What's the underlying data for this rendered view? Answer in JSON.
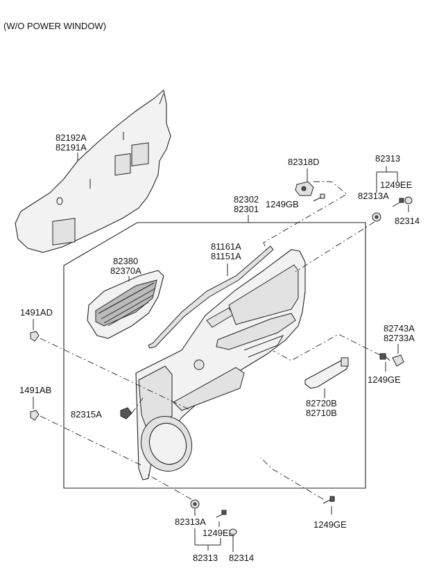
{
  "header": {
    "title": "(W/O POWER WINDOW)"
  },
  "labels": {
    "insulation_a": "82192A",
    "insulation_b": "82191A",
    "clip_d": "82318D",
    "bolt_gb": "1249GB",
    "screw_group_top": "82313",
    "screw_ee_top": "1249EE",
    "cap_a_top": "82313A",
    "cap_top": "82314",
    "panel_a": "82302",
    "panel_b": "82301",
    "pocket_a": "82380",
    "pocket_b": "82370A",
    "weatherstrip_a": "81161A",
    "weatherstrip_b": "81151A",
    "clip_ad": "1491AD",
    "handle_cover_a": "82743A",
    "handle_cover_b": "82733A",
    "screw_ge_right": "1249GE",
    "clip_ab": "1491AB",
    "clip_315a": "82315A",
    "pull_handle_a": "82720B",
    "pull_handle_b": "82710B",
    "cap_a_bottom": "82313A",
    "screw_ee_bottom": "1249EE",
    "screw_ge_bottom": "1249GE",
    "screw_group_bottom": "82313",
    "cap_bottom": "82314"
  }
}
